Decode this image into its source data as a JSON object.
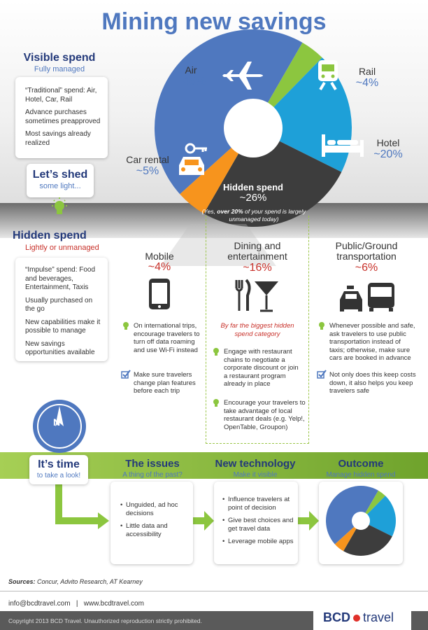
{
  "title": "Mining new savings",
  "visible_spend": {
    "heading": "Visible spend",
    "subheading": "Fully managed",
    "items": [
      "“Traditional” spend: Air, Hotel, Car, Rail",
      "Advance purchases sometimes preapproved",
      "Most savings already realized"
    ]
  },
  "shed": {
    "heading": "Let’s shed",
    "sub": "some light..."
  },
  "hidden_spend": {
    "heading": "Hidden spend",
    "subheading": "Lightly or unmanaged",
    "items": [
      "“Impulse” spend: Food and beverages, Entertainment, Taxis",
      "Usually purchased on the go",
      "New capabilities make it possible to manage",
      "New savings opportunities available"
    ]
  },
  "chart_data": {
    "type": "pie",
    "slices": [
      {
        "label": "Air",
        "value": 45,
        "display": "~45%",
        "color": "#4f78bf"
      },
      {
        "label": "Rail",
        "value": 4,
        "display": "~4%",
        "color": "#8cc63f"
      },
      {
        "label": "Hotel",
        "value": 20,
        "display": "~20%",
        "color": "#1ea0d8"
      },
      {
        "label": "Hidden spend",
        "value": 26,
        "display": "~26%",
        "color": "#3d3d3d"
      },
      {
        "label": "Car rental",
        "value": 5,
        "display": "~5%",
        "color": "#f7941d"
      }
    ],
    "hidden_note": {
      "before": "(Yes, ",
      "bold": "over 20%",
      "after": " of your spend is largely unmanaged today)"
    }
  },
  "categories": {
    "mobile": {
      "label": "Mobile",
      "pct": "~4%",
      "tips": [
        "On international trips, encourage travelers to turn off data roaming and use Wi-Fi instead",
        "Make sure travelers change plan features before each trip"
      ]
    },
    "dining": {
      "label": "Dining and entertainment",
      "pct": "~16%",
      "note": "By far the biggest hidden spend category",
      "tips": [
        "Engage with restaurant chains to negotiate a corporate discount or join a restaurant program already in place",
        "Encourage your travelers to take advantage of local restaurant deals (e.g. Yelp!, OpenTable, Groupon)"
      ]
    },
    "ground": {
      "label": "Public/Ground transportation",
      "pct": "~6%",
      "tips": [
        "Whenever possible and safe, ask travelers to use public transportation instead of taxis; otherwise, make sure cars are booked in advance",
        "Not only does this keep costs down, it also helps you keep travelers safe"
      ]
    }
  },
  "time": {
    "heading": "It’s time",
    "sub": "to take a look!"
  },
  "issues": {
    "heading": "The issues",
    "sub": "A thing of the past?",
    "items": [
      "Unguided, ad hoc decisions",
      "Little data and accessibility"
    ]
  },
  "technology": {
    "heading": "New technology",
    "sub": "Make it visible",
    "items": [
      "Influence travelers at point of decision",
      "Give best choices and get travel data",
      "Leverage mobile apps"
    ]
  },
  "outcome": {
    "heading": "Outcome",
    "sub": "Manage hidden spend"
  },
  "sources": {
    "label": "Sources:",
    "text": " Concur, Advito Research, AT Kearney"
  },
  "contact": "info@bcdtravel.com   |   www.bcdtravel.com",
  "copyright": "Copyright 2013 BCD Travel. Unauthorized reproduction strictly prohibited.",
  "brand": {
    "name_left": "BCD",
    "name_right": "travel"
  }
}
